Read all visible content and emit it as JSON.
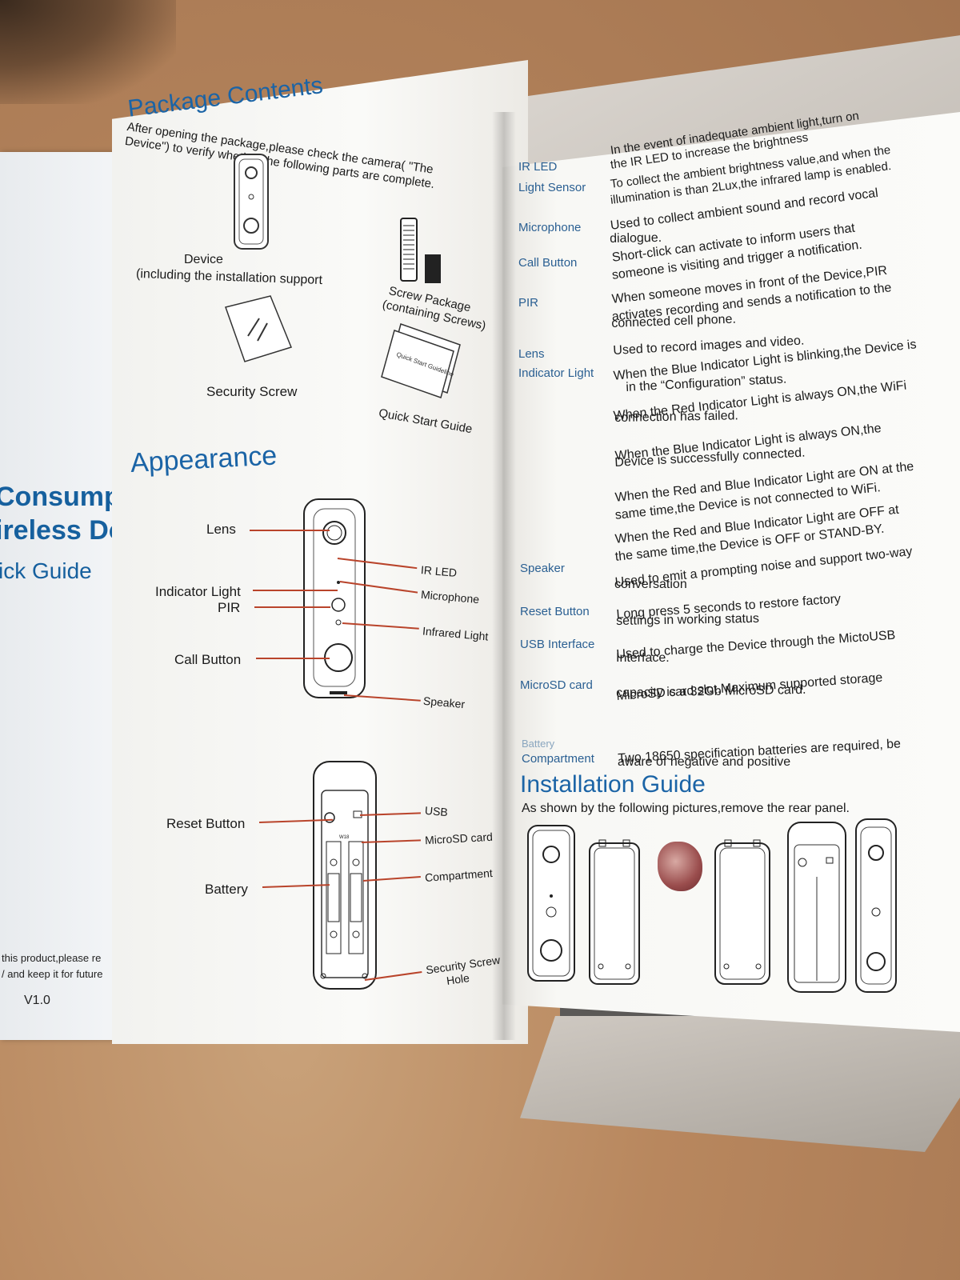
{
  "cover": {
    "title_line1": "Consumpt",
    "title_line2": "ireless Do",
    "subtitle": "ick Guide",
    "note_line1": "this product,please re",
    "note_line2": "/ and keep it for future",
    "version": "V1.0"
  },
  "package_contents": {
    "heading": "Package Contents",
    "intro_line1": "After opening the package,please check the camera( \"The",
    "intro_line2": "Device\") to verify whether the following parts are complete.",
    "items": [
      {
        "label_line1": "Device",
        "label_line2": "(including the installation support"
      },
      {
        "label_line1": "Screw Package",
        "label_line2": "(containing Screws)"
      },
      {
        "label_line1": "Security Screw",
        "label_line2": ""
      },
      {
        "label_line1": "Quick Start Guide",
        "label_line2": ""
      }
    ],
    "guide_booklet_text": "Quick Start Guideline"
  },
  "appearance": {
    "heading": "Appearance",
    "front_left_labels": [
      "Lens",
      "Indicator Light",
      "PIR",
      "Call Button"
    ],
    "front_right_labels": [
      "IR LED",
      "Microphone",
      "Infrared Light",
      "Speaker"
    ],
    "back_left_labels": [
      "Reset Button",
      "Battery"
    ],
    "back_right_labels": [
      "USB",
      "MicroSD card",
      "Compartment",
      "Security Screw",
      "Hole"
    ],
    "back_chip_text": "W18"
  },
  "features": [
    {
      "term": "",
      "lines": [
        "In the event of inadequate ambient light,turn on",
        "the IR LED to increase the brightness"
      ]
    },
    {
      "term": "IR LED",
      "lines": []
    },
    {
      "term": "Light Sensor",
      "lines": [
        "To collect the ambient brightness value,and when the",
        "illumination is than 2Lux,the infrared lamp is enabled."
      ]
    },
    {
      "term": "Microphone",
      "lines": [
        "Used to collect ambient sound and record vocal",
        "dialogue."
      ]
    },
    {
      "term": "Call Button",
      "lines": [
        "Short-click can activate to inform users that",
        "someone is visiting and trigger a notification."
      ]
    },
    {
      "term": "PIR",
      "lines": [
        "When someone moves in front of the Device,PIR",
        "activates recording and sends a notification to the",
        "connected cell phone."
      ]
    },
    {
      "term": "Lens",
      "lines": [
        "Used to record images and video."
      ]
    },
    {
      "term": "Indicator Light",
      "lines": [
        "When the Blue Indicator Light is blinking,the Device is",
        "in the  “Configuration” status.",
        "When the Red Indicator Light is always ON,the WiFi",
        "connection has failed.",
        "When the Blue Indicator Light is always ON,the",
        "Device is successfully connected.",
        "When the Red and Blue Indicator Light are ON at the",
        "same time,the Device is not connected to WiFi.",
        "When the Red and Blue Indicator Light are OFF at",
        "the same time,the Device is OFF or STAND-BY."
      ]
    },
    {
      "term": "Speaker",
      "lines": [
        "Used to emit a prompting noise and support two-way",
        "conversation"
      ]
    },
    {
      "term": "Reset Button",
      "lines": [
        "Long press 5 seconds to restore factory",
        "settings in working status"
      ]
    },
    {
      "term": "USB Interface",
      "lines": [
        "Used to charge the Device through the MictoUSB",
        "Interface."
      ]
    },
    {
      "term": "MicroSD card",
      "lines": [
        "MicroSD card slot.Maximum supported storage",
        "capacity is a 32Gb MicroSD card."
      ]
    },
    {
      "term": "Battery",
      "term2": "Compartment",
      "lines": [
        "Two 18650 specification batteries are required, be",
        "aware of negative and positive"
      ]
    }
  ],
  "installation": {
    "heading": "Installation Guide",
    "intro": "As shown by the following pictures,remove the rear panel."
  }
}
